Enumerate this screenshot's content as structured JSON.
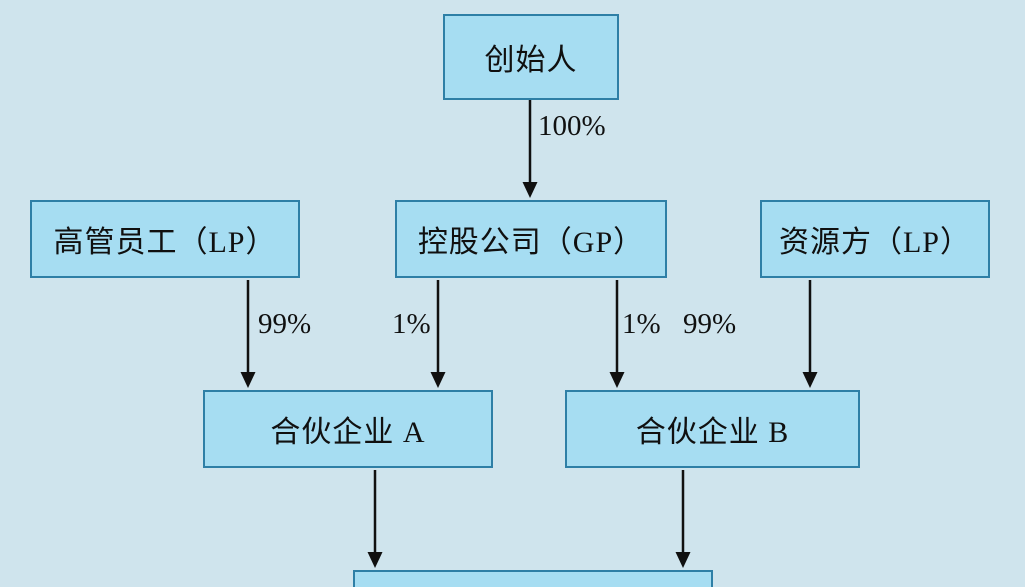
{
  "colors": {
    "bg": "#cfe4ed",
    "box-fill": "#a6ddf2",
    "box-border": "#2e7fa6",
    "ink": "#101010"
  },
  "diagram_type": "equity-structure-flowchart",
  "nodes": {
    "founder": {
      "label": "创始人"
    },
    "executives": {
      "label": "高管员工（LP）"
    },
    "holding": {
      "label": "控股公司（GP）"
    },
    "resource": {
      "label": "资源方（LP）"
    },
    "partnership_a": {
      "label": "合伙企业 A"
    },
    "partnership_b": {
      "label": "合伙企业 B"
    }
  },
  "edges": {
    "founder_to_holding": {
      "from": "创始人",
      "to": "控股公司（GP）",
      "label": "100%"
    },
    "executives_to_a": {
      "from": "高管员工（LP）",
      "to": "合伙企业 A",
      "label": "99%"
    },
    "holding_to_a": {
      "from": "控股公司（GP）",
      "to": "合伙企业 A",
      "label": "1%"
    },
    "holding_to_b": {
      "from": "控股公司（GP）",
      "to": "合伙企业 B",
      "label": "1%"
    },
    "resource_to_b": {
      "from": "资源方（LP）",
      "to": "合伙企业 B",
      "label": "99%"
    },
    "a_to_bottom": {
      "from": "合伙企业 A",
      "to": "",
      "label": ""
    },
    "b_to_bottom": {
      "from": "合伙企业 B",
      "to": "",
      "label": ""
    }
  }
}
